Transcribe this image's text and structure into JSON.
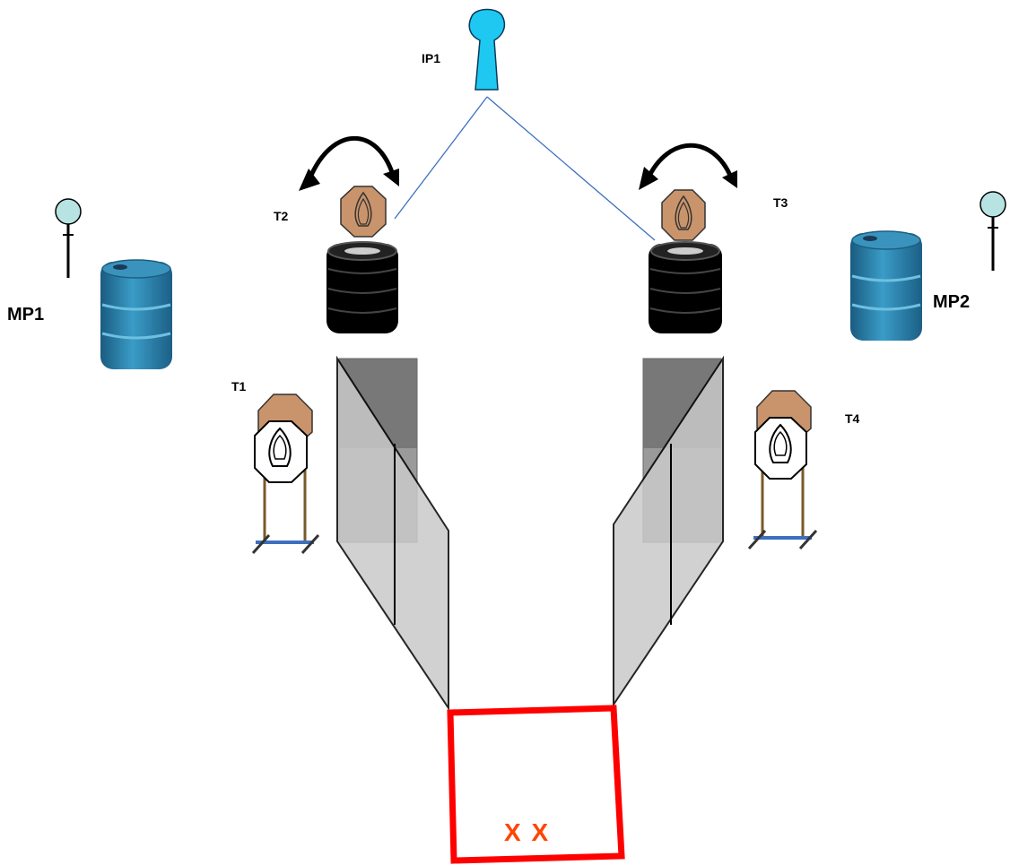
{
  "labels": {
    "ip1": "IP1",
    "t1": "T1",
    "t2": "T2",
    "t3": "T3",
    "t4": "T4",
    "mp1": "MP1",
    "mp2": "MP2",
    "start_marks": "X X"
  },
  "colors": {
    "start_box": "#ff0000",
    "start_marks": "#ff4500",
    "steel_target": "#c9946b",
    "paper_target": "#ffffff",
    "barrel": "#2a7ea8",
    "tires": "#000000",
    "walls": "#9e9e9e",
    "ip_pole": "#1ec8f0",
    "mp_pole": "#b7e3e3",
    "line": "#3d6fbf"
  },
  "icons": {
    "ip1": "indicator-pole-icon",
    "mp": "marker-pole-icon",
    "barrel": "barrel-icon",
    "tires": "tire-stack-icon",
    "steel": "steel-plate-target-icon",
    "paper": "paper-target-icon",
    "swing": "swing-arrow-icon"
  }
}
